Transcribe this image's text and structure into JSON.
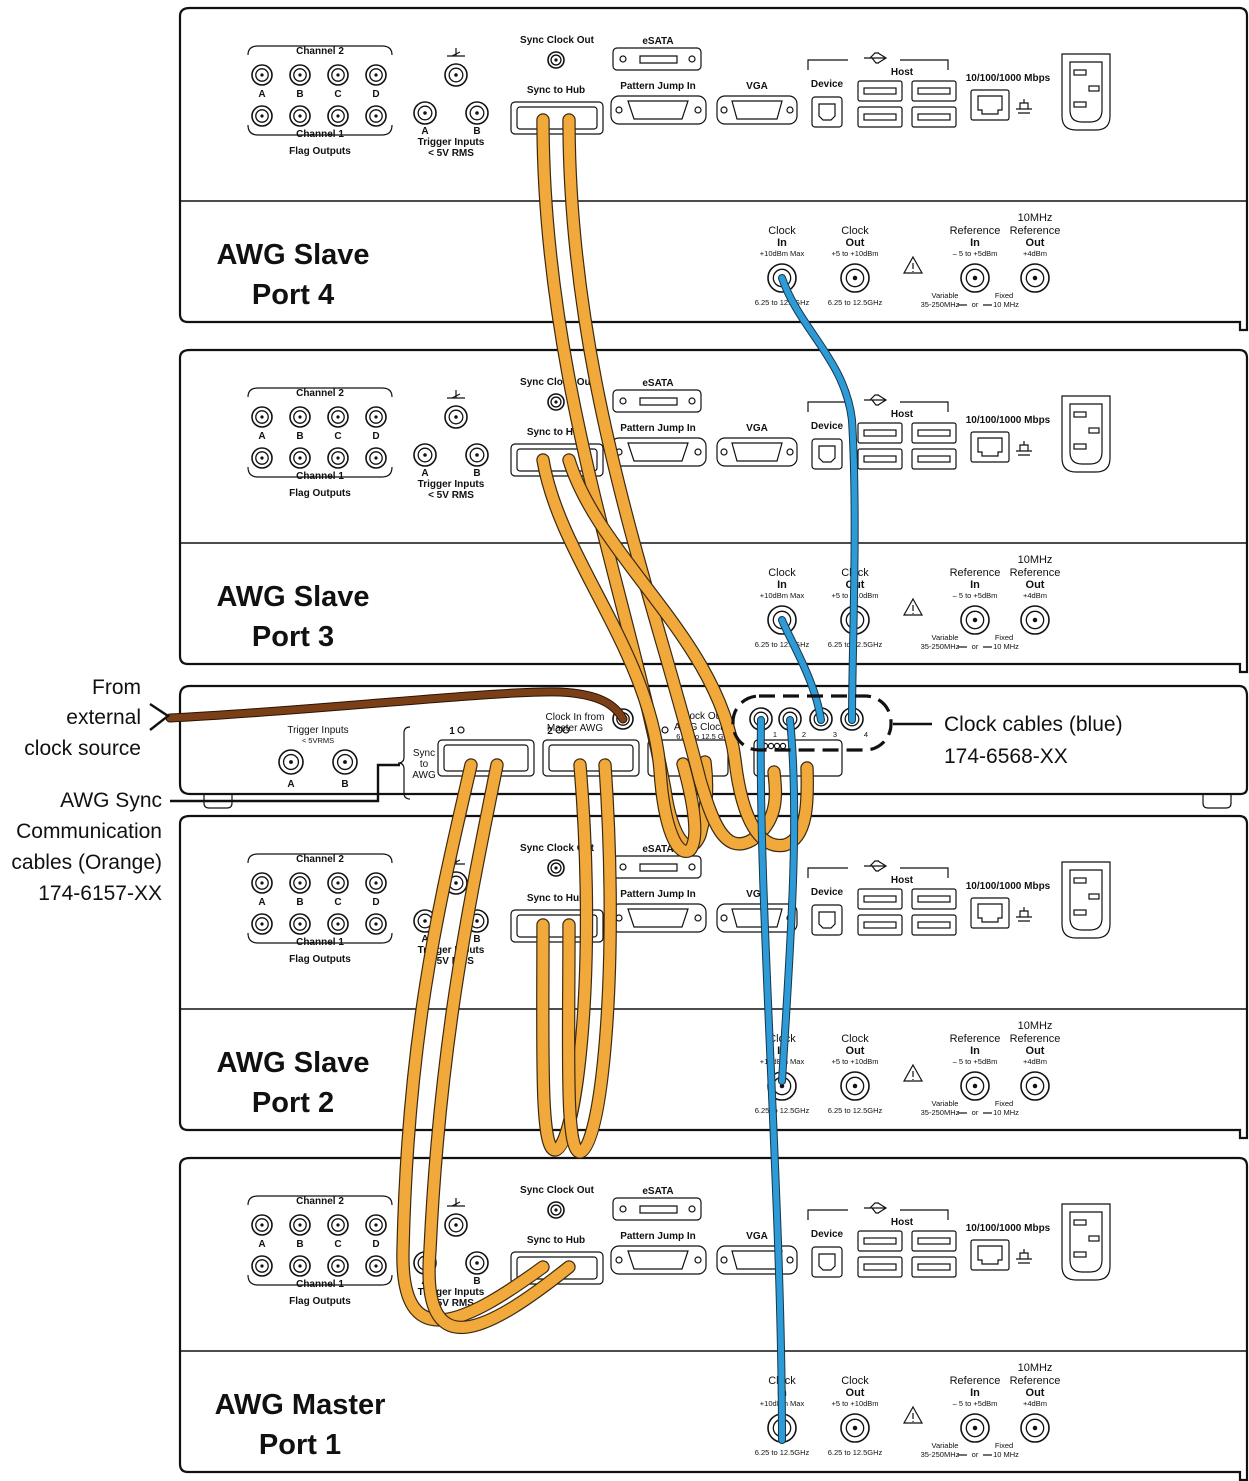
{
  "units": [
    {
      "id": "slave4",
      "title_line1": "AWG Slave",
      "title_line2": "Port 4"
    },
    {
      "id": "slave3",
      "title_line1": "AWG Slave",
      "title_line2": "Port 3"
    },
    {
      "id": "slave2",
      "title_line1": "AWG Slave",
      "title_line2": "Port 2"
    },
    {
      "id": "master",
      "title_line1": "AWG Master",
      "title_line2": "Port 1"
    }
  ],
  "panel_labels": {
    "channel2": "Channel 2",
    "channel1": "Channel 1",
    "flag_outputs": "Flag Outputs",
    "letters": [
      "A",
      "B",
      "C",
      "D"
    ],
    "trigger_a": "A",
    "trigger_b": "B",
    "trigger_inputs": "Trigger Inputs",
    "trigger_rms": "< 5V RMS",
    "sync_clock_out": "Sync Clock Out",
    "sync_to_hub": "Sync to Hub",
    "esata": "eSATA",
    "pattern_jump_in": "Pattern Jump In",
    "vga": "VGA",
    "device": "Device",
    "host": "Host",
    "ethernet": "10/100/1000 Mbps",
    "clock": "Clock",
    "in": "In",
    "out": "Out",
    "clock_in_max": "+10dBm Max",
    "clock_out_range": "+5 to +10dBm",
    "freq_range": "6.25 to 12.5GHz",
    "reference": "Reference",
    "ref_10mhz": "10MHz",
    "ref_in_range": "– 5 to +5dBm",
    "ref_out_level": "+4dBm",
    "variable": "Variable",
    "fixed": "Fixed",
    "variable_range": "35-250MHz",
    "or": "or",
    "fixed_range": "10 MHz"
  },
  "hub": {
    "trigger_inputs": "Trigger Inputs",
    "trigger_rms": "< 5VRMS",
    "trigger_a": "A",
    "trigger_b": "B",
    "sync_label": "Sync",
    "to_label": "to",
    "awg_label": "AWG",
    "port1": "1",
    "port2": "2",
    "clock_in_from": "Clock In from",
    "master_awg": "Master AWG",
    "clock_out": "Clock Out",
    "awg_clocks": "AWG Clocks",
    "clock_out_freq": "6.25 to 12.5 G",
    "out_ports": [
      "1",
      "2",
      "3",
      "4"
    ]
  },
  "callouts": {
    "external_clock": [
      "From",
      "external",
      "clock source"
    ],
    "clock_cables": [
      "Clock cables (blue)",
      "174-6568-XX"
    ],
    "sync_cables": [
      "AWG Sync",
      "Communication",
      "cables (Orange)",
      "174-6157-XX"
    ]
  },
  "colors": {
    "sync_cable": "#f2a93b",
    "clock_cable": "#2e9ad6",
    "external_clock_cable": "#7b3f17"
  }
}
